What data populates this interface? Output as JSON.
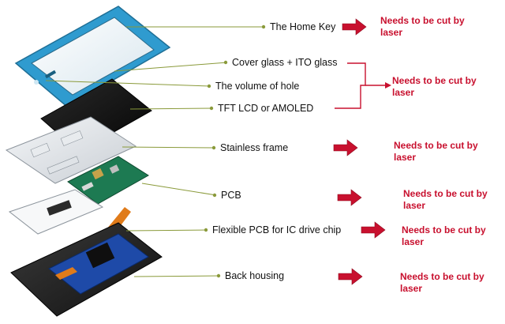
{
  "components": [
    {
      "id": "home-key",
      "label": "The Home Key"
    },
    {
      "id": "cover-glass",
      "label": "Cover glass + ITO glass"
    },
    {
      "id": "volume-hole",
      "label": "The volume of hole"
    },
    {
      "id": "display",
      "label": "TFT LCD or AMOLED"
    },
    {
      "id": "stainless-frame",
      "label": "Stainless frame"
    },
    {
      "id": "pcb",
      "label": "PCB"
    },
    {
      "id": "flex-pcb",
      "label": "Flexible PCB for IC drive chip"
    },
    {
      "id": "back-housing",
      "label": "Back housing"
    }
  ],
  "notes": [
    {
      "line1": "Needs to be cut by",
      "line2": "laser"
    },
    {
      "line1": "Needs to be cut by",
      "line2": "laser"
    },
    {
      "line1": "Needs to be cut by",
      "line2": "laser"
    },
    {
      "line1": "Needs to be cut by",
      "line2": "laser"
    },
    {
      "line1": "Needs to be cut by",
      "line2": "laser"
    },
    {
      "line1": "Needs to be cut by",
      "line2": "laser"
    }
  ],
  "colors": {
    "leader": "#8a9a3a",
    "arrow": "#c8102e",
    "note_text": "#c8102e",
    "phone_blue": "#3aa8d8"
  }
}
